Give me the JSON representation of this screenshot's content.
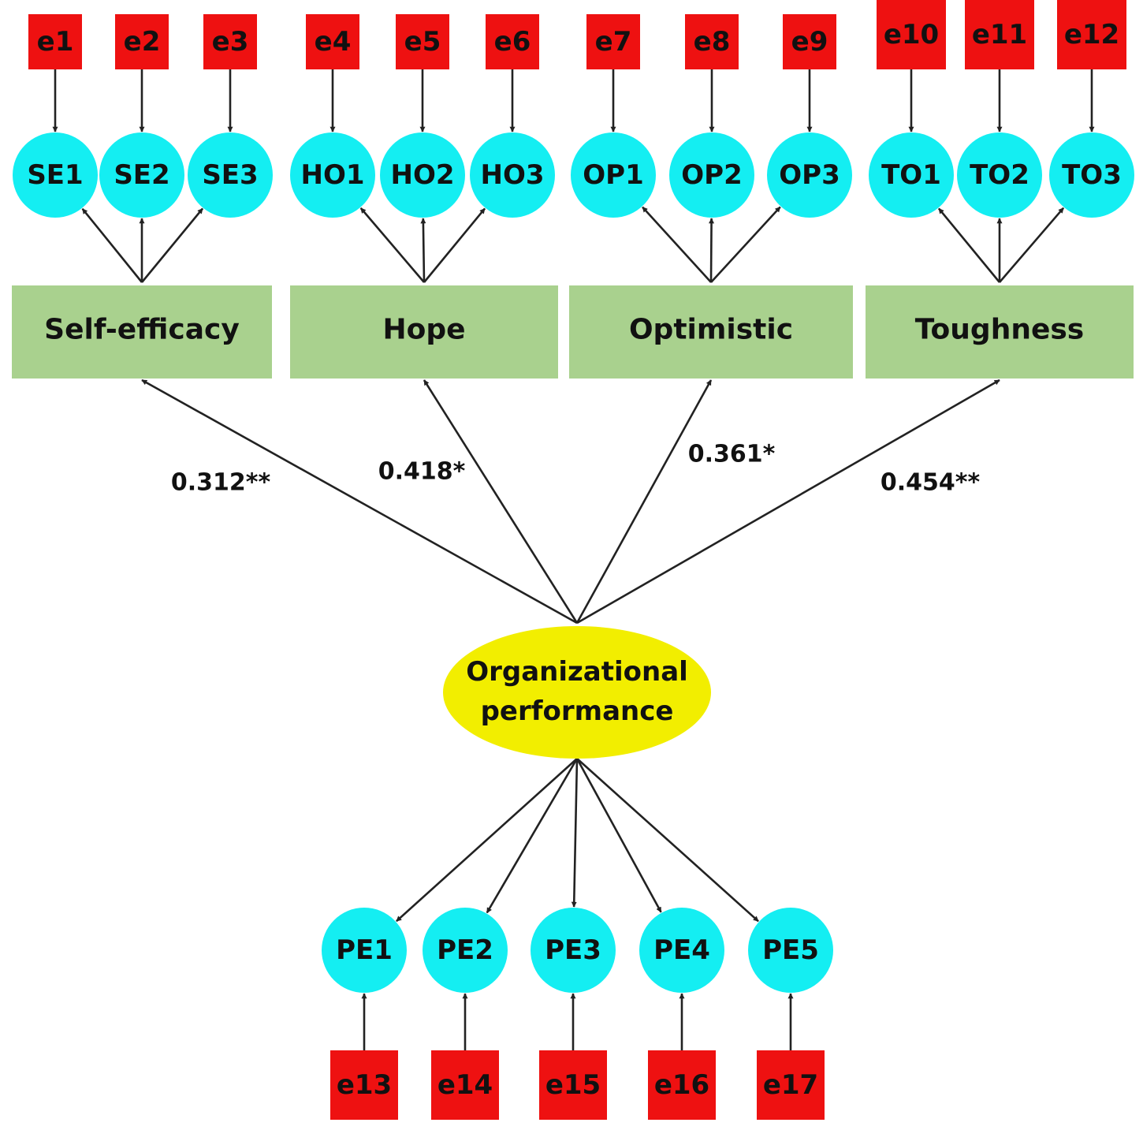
{
  "colors": {
    "error": "#ee1111",
    "indicator": "#14eef2",
    "factor": "#a9d18e",
    "outcome": "#f2ee00",
    "edge": "#222222"
  },
  "factors": [
    {
      "label": "Self-efficacy",
      "coefficient": "0.312**",
      "indicators": [
        {
          "label": "SE1",
          "error": "e1"
        },
        {
          "label": "SE2",
          "error": "e2"
        },
        {
          "label": "SE3",
          "error": "e3"
        }
      ]
    },
    {
      "label": "Hope",
      "coefficient": "0.418*",
      "indicators": [
        {
          "label": "HO1",
          "error": "e4"
        },
        {
          "label": "HO2",
          "error": "e5"
        },
        {
          "label": "HO3",
          "error": "e6"
        }
      ]
    },
    {
      "label": "Optimistic",
      "coefficient": "0.361*",
      "indicators": [
        {
          "label": "OP1",
          "error": "e7"
        },
        {
          "label": "OP2",
          "error": "e8"
        },
        {
          "label": "OP3",
          "error": "e9"
        }
      ]
    },
    {
      "label": "Toughness",
      "coefficient": "0.454**",
      "indicators": [
        {
          "label": "TO1",
          "error": "e10"
        },
        {
          "label": "TO2",
          "error": "e11"
        },
        {
          "label": "TO3",
          "error": "e12"
        }
      ]
    }
  ],
  "outcome": {
    "label_line1": "Organizational",
    "label_line2": "performance",
    "indicators": [
      {
        "label": "PE1",
        "error": "e13"
      },
      {
        "label": "PE2",
        "error": "e14"
      },
      {
        "label": "PE3",
        "error": "e15"
      },
      {
        "label": "PE4",
        "error": "e16"
      },
      {
        "label": "PE5",
        "error": "e17"
      }
    ]
  }
}
